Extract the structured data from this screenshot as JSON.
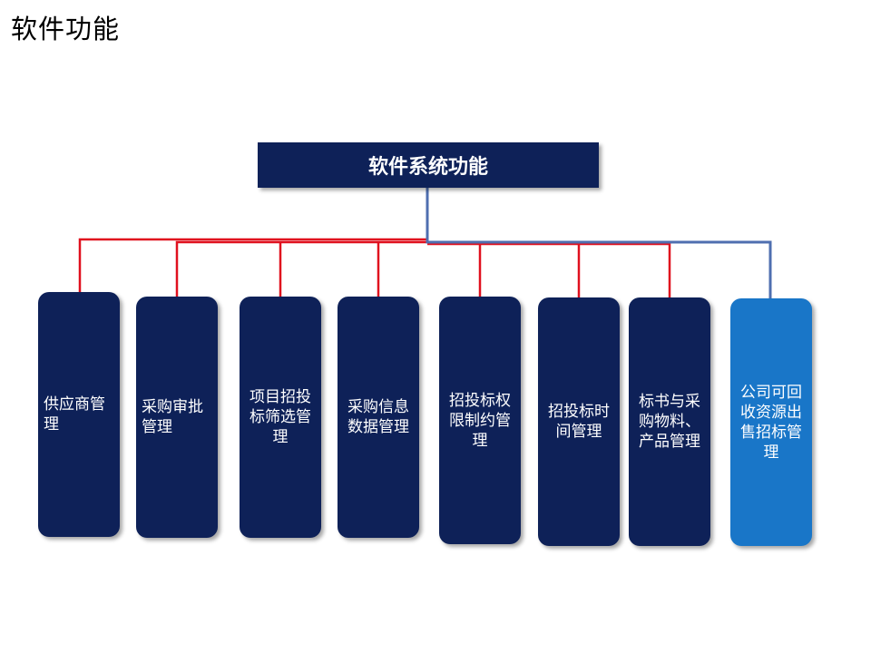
{
  "slide_title": "软件功能",
  "root": {
    "label": "软件系统功能"
  },
  "children": [
    {
      "label": "供应商管理"
    },
    {
      "label": "采购审批管理"
    },
    {
      "label": "项目招投标筛选管理"
    },
    {
      "label": "采购信息数据管理"
    },
    {
      "label": "招投标权限制约管理"
    },
    {
      "label": "招投标时间管理"
    },
    {
      "label": "标书与采购物料、产品管理"
    },
    {
      "label": "公司可回收资源出售招标管理"
    }
  ],
  "colors": {
    "box_dark": "#0e2158",
    "box_highlight": "#1976c8",
    "connector_red": "#e0101e",
    "connector_blue": "#4f6fb0"
  }
}
